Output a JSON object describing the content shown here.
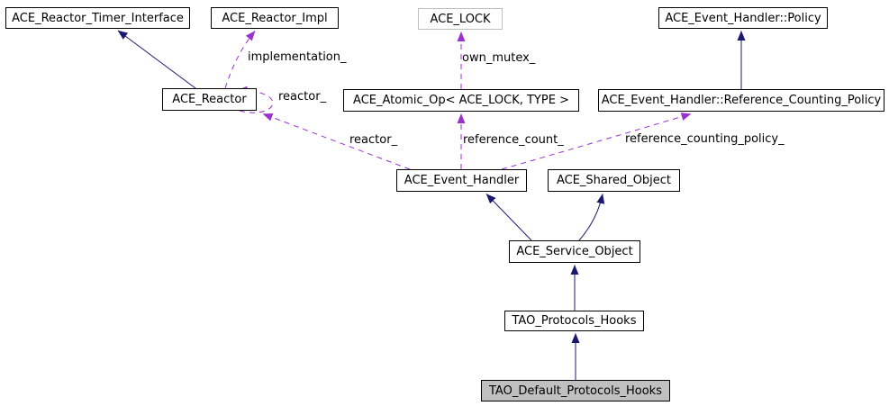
{
  "diagram": {
    "kind": "class-collaboration-graph",
    "nodes": [
      {
        "id": "ace-reactor-timer-interface",
        "label": "ACE_Reactor_Timer_Interface"
      },
      {
        "id": "ace-reactor-impl",
        "label": "ACE_Reactor_Impl"
      },
      {
        "id": "ace-lock",
        "label": "ACE_LOCK"
      },
      {
        "id": "ace-event-handler-policy",
        "label": "ACE_Event_Handler::Policy"
      },
      {
        "id": "ace-reactor",
        "label": "ACE_Reactor"
      },
      {
        "id": "ace-atomic-op",
        "label": "ACE_Atomic_Op< ACE_LOCK, TYPE >"
      },
      {
        "id": "ace-event-handler-reference-counting-policy",
        "label": "ACE_Event_Handler::Reference_Counting_Policy"
      },
      {
        "id": "ace-event-handler",
        "label": "ACE_Event_Handler"
      },
      {
        "id": "ace-shared-object",
        "label": "ACE_Shared_Object"
      },
      {
        "id": "ace-service-object",
        "label": "ACE_Service_Object"
      },
      {
        "id": "tao-protocols-hooks",
        "label": "TAO_Protocols_Hooks"
      },
      {
        "id": "tao-default-protocols-hooks",
        "label": "TAO_Default_Protocols_Hooks"
      }
    ],
    "edge_labels": [
      {
        "label": "implementation_"
      },
      {
        "label": "own_mutex_"
      },
      {
        "label": "reactor_"
      },
      {
        "label": "reactor_"
      },
      {
        "label": "reference_count_"
      },
      {
        "label": "reference_counting_policy_"
      }
    ],
    "colors": {
      "inheritance_edge": "#191970",
      "usage_edge": "#9a32cd",
      "node_border": "#000000",
      "node_fill": "#ffffff",
      "undocumented_node_border": "#bfbfbf",
      "current_node_fill": "#c0c0c0"
    }
  }
}
